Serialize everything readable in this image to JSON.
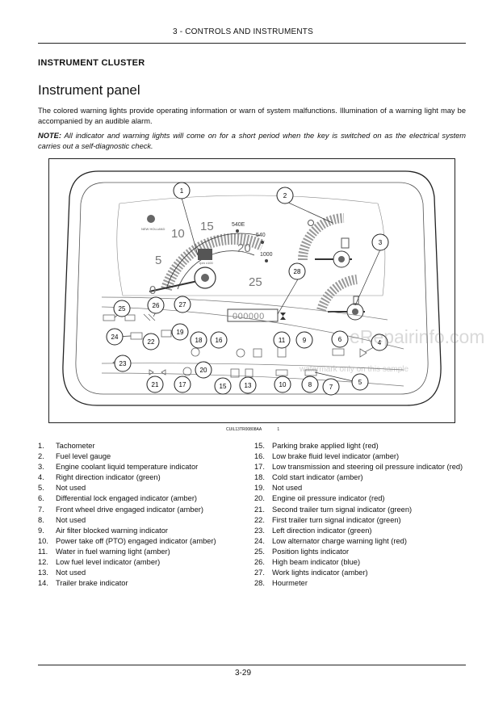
{
  "header": {
    "running_title": "3 - CONTROLS AND INSTRUMENTS"
  },
  "section_title": "INSTRUMENT CLUSTER",
  "heading": "Instrument panel",
  "intro": "The colored warning lights provide operating information or warn of system malfunctions. Illumination of a warning light may be accompanied by an audible alarm.",
  "note": {
    "label": "NOTE:",
    "text": "All indicator and warning lights will come on for a short period when the key is switched on as the electrical system carries out a self-diagnostic check."
  },
  "figure": {
    "caption_code": "CUIL13TR00808AA",
    "caption_num": "1",
    "brand_text": "NEW HOLLAND",
    "tach_numbers": [
      "0",
      "5",
      "10",
      "15",
      "20",
      "25"
    ],
    "tach_unit_label": "rpm x100",
    "pto_labels": [
      "540E",
      "540",
      "1000"
    ],
    "hourmeter_display": "000000",
    "callouts": [
      "1",
      "2",
      "3",
      "4",
      "5",
      "6",
      "7",
      "8",
      "9",
      "10",
      "11",
      "13",
      "15",
      "16",
      "17",
      "18",
      "19",
      "20",
      "21",
      "22",
      "23",
      "24",
      "25",
      "26",
      "27",
      "28"
    ]
  },
  "watermark": {
    "main": "eRepairinfo.com",
    "sub": "watermark only on this sample"
  },
  "legend_left": [
    {
      "num": "1.",
      "label": "Tachometer"
    },
    {
      "num": "2.",
      "label": "Fuel level gauge"
    },
    {
      "num": "3.",
      "label": "Engine coolant liquid temperature indicator"
    },
    {
      "num": "4.",
      "label": "Right direction indicator (green)"
    },
    {
      "num": "5.",
      "label": "Not used"
    },
    {
      "num": "6.",
      "label": "Differential lock engaged indicator (amber)"
    },
    {
      "num": "7.",
      "label": "Front wheel drive engaged indicator (amber)"
    },
    {
      "num": "8.",
      "label": "Not used"
    },
    {
      "num": "9.",
      "label": "Air filter blocked warning indicator"
    },
    {
      "num": "10.",
      "label": "Power take off (PTO) engaged indicator (amber)"
    },
    {
      "num": "11.",
      "label": "Water in fuel warning light (amber)"
    },
    {
      "num": "12.",
      "label": "Low fuel level indicator (amber)"
    },
    {
      "num": "13.",
      "label": "Not used"
    },
    {
      "num": "14.",
      "label": "Trailer brake indicator"
    }
  ],
  "legend_right": [
    {
      "num": "15.",
      "label": "Parking brake applied light (red)"
    },
    {
      "num": "16.",
      "label": "Low brake fluid level indicator (amber)"
    },
    {
      "num": "17.",
      "label": "Low transmission and steering oil pressure indicator (red)"
    },
    {
      "num": "18.",
      "label": "Cold start indicator (amber)"
    },
    {
      "num": "19.",
      "label": "Not used"
    },
    {
      "num": "20.",
      "label": "Engine oil pressure indicator (red)"
    },
    {
      "num": "21.",
      "label": "Second trailer turn signal indicator (green)"
    },
    {
      "num": "22.",
      "label": "First trailer turn signal indicator (green)"
    },
    {
      "num": "23.",
      "label": "Left direction indicator (green)"
    },
    {
      "num": "24.",
      "label": "Low alternator charge warning light (red)"
    },
    {
      "num": "25.",
      "label": "Position lights indicator"
    },
    {
      "num": "26.",
      "label": "High beam indicator (blue)"
    },
    {
      "num": "27.",
      "label": "Work lights indicator (amber)"
    },
    {
      "num": "28.",
      "label": "Hourmeter"
    }
  ],
  "footer": {
    "page_number": "3-29"
  }
}
